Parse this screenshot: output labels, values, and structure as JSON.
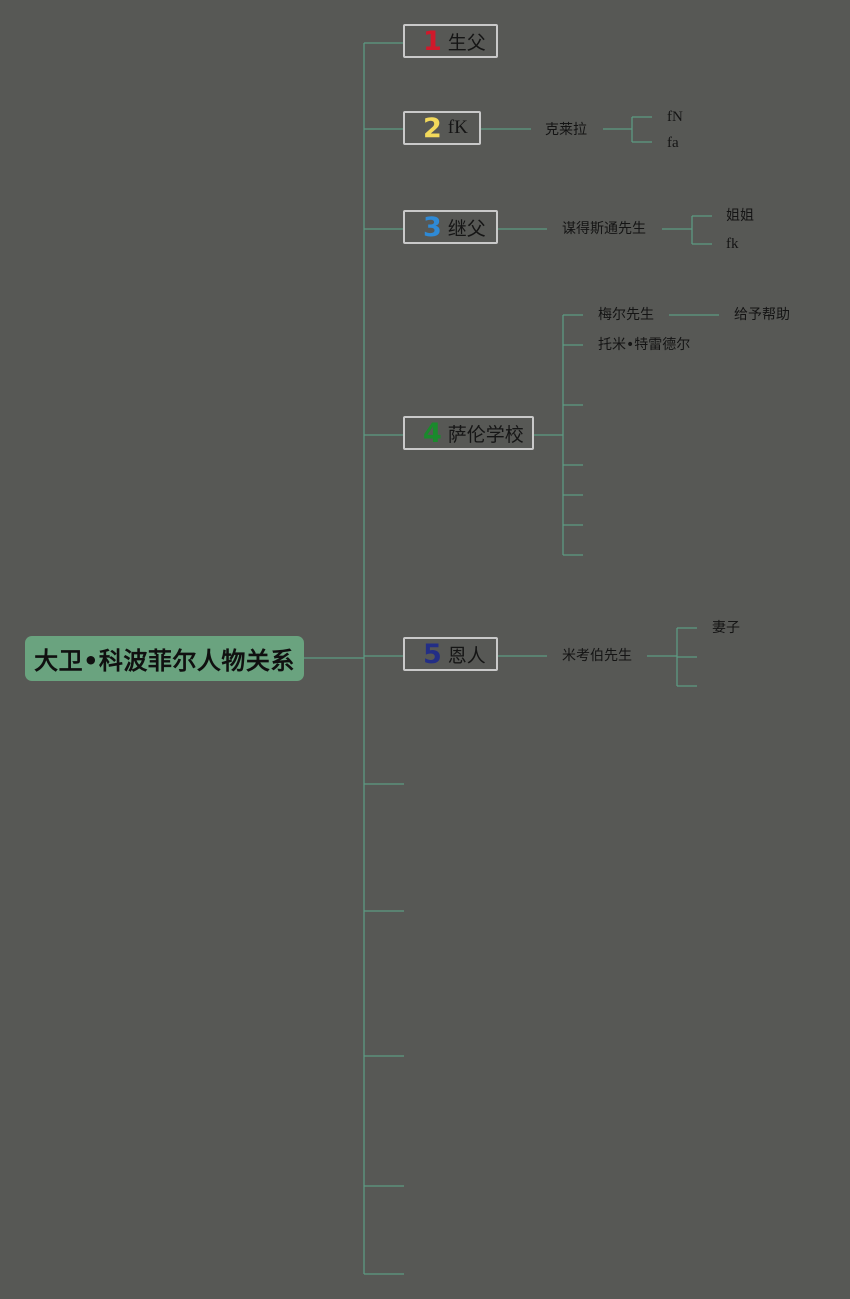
{
  "root": {
    "label": "大卫•科波菲尔人物关系"
  },
  "branches": [
    {
      "num": "1",
      "label": "生父",
      "num_color": "#d0192b"
    },
    {
      "num": "2",
      "label": "fK",
      "num_color": "#f2d95b"
    },
    {
      "num": "3",
      "label": "继父",
      "num_color": "#2e8ad6"
    },
    {
      "num": "4",
      "label": "萨伦学校",
      "num_color": "#1a8a2c"
    },
    {
      "num": "5",
      "label": "恩人",
      "num_color": "#232e86"
    }
  ],
  "nodes": {
    "b2_child": "克莱拉",
    "b2_leaf1": "fN",
    "b2_leaf2": "fa",
    "b3_child": "谋得斯通先生",
    "b3_leaf1": "姐姐",
    "b3_leaf2": "fk",
    "b4_child1": "梅尔先生",
    "b4_child1_leaf": "给予帮助",
    "b4_child2": "托米•特雷德尔",
    "b5_child": "米考伯先生",
    "b5_leaf1": "妻子"
  },
  "colors": {
    "background": "#575855",
    "connector": "#5d9a82",
    "root_fill": "#6aa37f",
    "branch_border": "#c9c9c9"
  }
}
